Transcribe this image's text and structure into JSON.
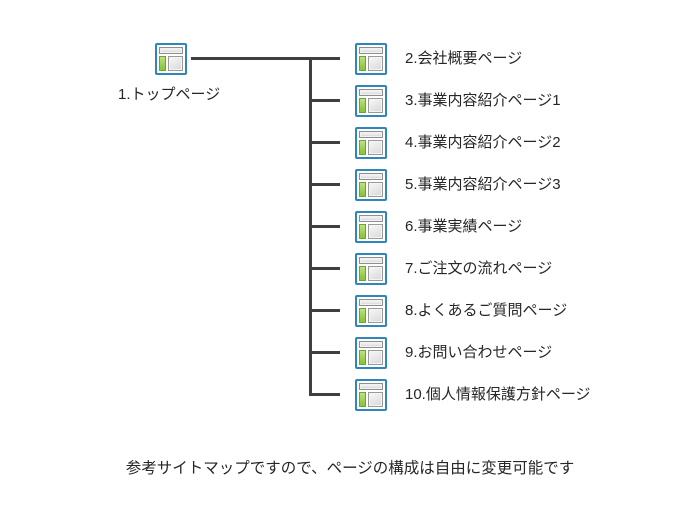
{
  "sitemap": {
    "root": {
      "label": "1.トップページ"
    },
    "children": [
      {
        "label": "2.会社概要ページ"
      },
      {
        "label": "3.事業内容紹介ページ1"
      },
      {
        "label": "4.事業内容紹介ページ2"
      },
      {
        "label": "5.事業内容紹介ページ3"
      },
      {
        "label": "6.事業実績ページ"
      },
      {
        "label": "7.ご注文の流れページ"
      },
      {
        "label": "8.よくあるご質問ページ"
      },
      {
        "label": "9.お問い合わせページ"
      },
      {
        "label": "10.個人情報保護方針ページ"
      }
    ],
    "caption": "参考サイトマップですので、ページの構成は自由に変更可能です",
    "colors": {
      "background": "#ffffff",
      "connector_line": "#3f3f3f",
      "text": "#262626",
      "icon_border": "#2e86ba",
      "icon_sidebar_green": "#8cc63f",
      "icon_panel_gray": "#d8d8d8"
    }
  }
}
